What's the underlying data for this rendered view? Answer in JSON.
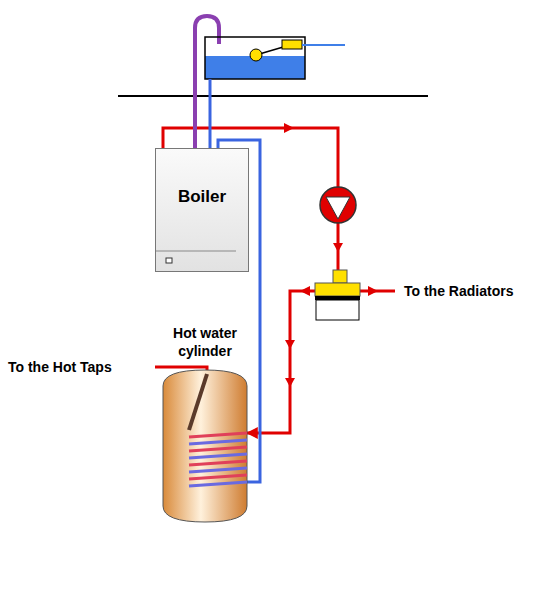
{
  "diagram": {
    "nodes": [
      {
        "text": [
          "Boiler"
        ]
      },
      {
        "text": [
          "Hot water cylinder"
        ]
      }
    ],
    "edges": [
      {
        "from": 0,
        "to": 1,
        "arrow": "to"
      },
      {
        "from": 1,
        "to": 0,
        "arrow": "none"
      }
    ],
    "labels": [
      "To the Hot Taps",
      "To the Radiators"
    ]
  }
}
